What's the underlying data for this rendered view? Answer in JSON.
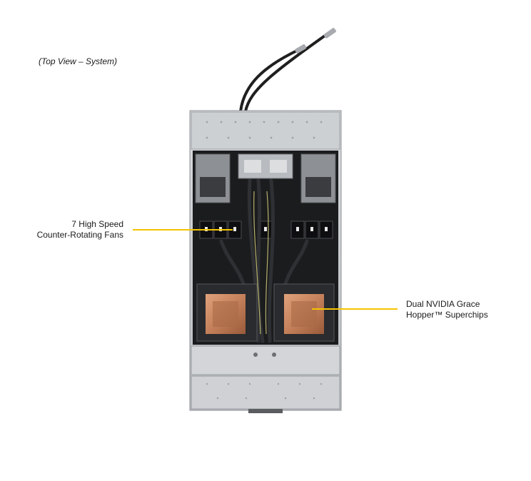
{
  "caption": "(Top View – System)",
  "callouts": {
    "fans": {
      "line1": "7 High Speed",
      "line2": "Counter-Rotating Fans"
    },
    "superchips": {
      "line1": "Dual NVIDIA Grace",
      "line2": "Hopper™ Superchips"
    }
  },
  "colors": {
    "leader_line": "#f5c400",
    "chassis": "#c9cccf",
    "interior": "#1b1c1e",
    "copper": "#c4805a"
  }
}
